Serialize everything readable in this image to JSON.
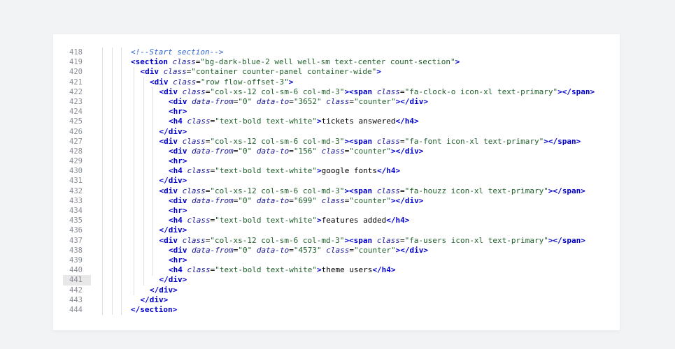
{
  "colors": {
    "background": "#f2f3f5",
    "panel": "#ffffff",
    "line_number": "#8a8f98",
    "comment": "#3366cc",
    "tag": "#0000cc",
    "attr": "#1a1a99",
    "string": "#1f5f2a",
    "active_line_bg": "#e8e8e8"
  },
  "editor": {
    "active_line": 441,
    "lines": [
      {
        "num": "418",
        "indent": 0,
        "tokens": [
          [
            "c",
            "<!--Start section-->"
          ]
        ]
      },
      {
        "num": "419",
        "indent": 0,
        "tokens": [
          [
            "t",
            "<section"
          ],
          [
            "s",
            " "
          ],
          [
            "a",
            "class"
          ],
          [
            "s",
            "="
          ],
          [
            "v",
            "\"bg-dark-blue-2 well well-sm text-center count-section\""
          ],
          [
            "t",
            ">"
          ]
        ]
      },
      {
        "num": "420",
        "indent": 1,
        "tokens": [
          [
            "t",
            "<div"
          ],
          [
            "s",
            " "
          ],
          [
            "a",
            "class"
          ],
          [
            "s",
            "="
          ],
          [
            "v",
            "\"container counter-panel container-wide\""
          ],
          [
            "t",
            ">"
          ]
        ]
      },
      {
        "num": "421",
        "indent": 2,
        "tokens": [
          [
            "t",
            "<div"
          ],
          [
            "s",
            " "
          ],
          [
            "a",
            "class"
          ],
          [
            "s",
            "="
          ],
          [
            "v",
            "\"row flow-offset-3\""
          ],
          [
            "t",
            ">"
          ]
        ]
      },
      {
        "num": "422",
        "indent": 3,
        "tokens": [
          [
            "t",
            "<div"
          ],
          [
            "s",
            " "
          ],
          [
            "a",
            "class"
          ],
          [
            "s",
            "="
          ],
          [
            "v",
            "\"col-xs-12 col-sm-6 col-md-3\""
          ],
          [
            "t",
            "><span"
          ],
          [
            "s",
            " "
          ],
          [
            "a",
            "class"
          ],
          [
            "s",
            "="
          ],
          [
            "v",
            "\"fa-clock-o icon-xl text-primary\""
          ],
          [
            "t",
            "></span>"
          ]
        ]
      },
      {
        "num": "423",
        "indent": 4,
        "tokens": [
          [
            "t",
            "<div"
          ],
          [
            "s",
            " "
          ],
          [
            "a",
            "data-from"
          ],
          [
            "s",
            "="
          ],
          [
            "v",
            "\"0\""
          ],
          [
            "s",
            " "
          ],
          [
            "a",
            "data-to"
          ],
          [
            "s",
            "="
          ],
          [
            "v",
            "\"3652\""
          ],
          [
            "s",
            " "
          ],
          [
            "a",
            "class"
          ],
          [
            "s",
            "="
          ],
          [
            "v",
            "\"counter\""
          ],
          [
            "t",
            "></div>"
          ]
        ]
      },
      {
        "num": "424",
        "indent": 4,
        "tokens": [
          [
            "t",
            "<hr>"
          ]
        ]
      },
      {
        "num": "425",
        "indent": 4,
        "tokens": [
          [
            "t",
            "<h4"
          ],
          [
            "s",
            " "
          ],
          [
            "a",
            "class"
          ],
          [
            "s",
            "="
          ],
          [
            "v",
            "\"text-bold text-white\""
          ],
          [
            "t",
            ">"
          ],
          [
            "x",
            "tickets answered"
          ],
          [
            "t",
            "</h4>"
          ]
        ]
      },
      {
        "num": "426",
        "indent": 3,
        "tokens": [
          [
            "t",
            "</div>"
          ]
        ]
      },
      {
        "num": "427",
        "indent": 3,
        "tokens": [
          [
            "t",
            "<div"
          ],
          [
            "s",
            " "
          ],
          [
            "a",
            "class"
          ],
          [
            "s",
            "="
          ],
          [
            "v",
            "\"col-xs-12 col-sm-6 col-md-3\""
          ],
          [
            "t",
            "><span"
          ],
          [
            "s",
            " "
          ],
          [
            "a",
            "class"
          ],
          [
            "s",
            "="
          ],
          [
            "v",
            "\"fa-font icon-xl text-primary\""
          ],
          [
            "t",
            "></span>"
          ]
        ]
      },
      {
        "num": "428",
        "indent": 4,
        "tokens": [
          [
            "t",
            "<div"
          ],
          [
            "s",
            " "
          ],
          [
            "a",
            "data-from"
          ],
          [
            "s",
            "="
          ],
          [
            "v",
            "\"0\""
          ],
          [
            "s",
            " "
          ],
          [
            "a",
            "data-to"
          ],
          [
            "s",
            "="
          ],
          [
            "v",
            "\"156\""
          ],
          [
            "s",
            " "
          ],
          [
            "a",
            "class"
          ],
          [
            "s",
            "="
          ],
          [
            "v",
            "\"counter\""
          ],
          [
            "t",
            "></div>"
          ]
        ]
      },
      {
        "num": "429",
        "indent": 4,
        "tokens": [
          [
            "t",
            "<hr>"
          ]
        ]
      },
      {
        "num": "430",
        "indent": 4,
        "tokens": [
          [
            "t",
            "<h4"
          ],
          [
            "s",
            " "
          ],
          [
            "a",
            "class"
          ],
          [
            "s",
            "="
          ],
          [
            "v",
            "\"text-bold text-white\""
          ],
          [
            "t",
            ">"
          ],
          [
            "x",
            "google fonts"
          ],
          [
            "t",
            "</h4>"
          ]
        ]
      },
      {
        "num": "431",
        "indent": 3,
        "tokens": [
          [
            "t",
            "</div>"
          ]
        ]
      },
      {
        "num": "432",
        "indent": 3,
        "tokens": [
          [
            "t",
            "<div"
          ],
          [
            "s",
            " "
          ],
          [
            "a",
            "class"
          ],
          [
            "s",
            "="
          ],
          [
            "v",
            "\"col-xs-12 col-sm-6 col-md-3\""
          ],
          [
            "t",
            "><span"
          ],
          [
            "s",
            " "
          ],
          [
            "a",
            "class"
          ],
          [
            "s",
            "="
          ],
          [
            "v",
            "\"fa-houzz icon-xl text-primary\""
          ],
          [
            "t",
            "></span>"
          ]
        ]
      },
      {
        "num": "433",
        "indent": 4,
        "tokens": [
          [
            "t",
            "<div"
          ],
          [
            "s",
            " "
          ],
          [
            "a",
            "data-from"
          ],
          [
            "s",
            "="
          ],
          [
            "v",
            "\"0\""
          ],
          [
            "s",
            " "
          ],
          [
            "a",
            "data-to"
          ],
          [
            "s",
            "="
          ],
          [
            "v",
            "\"699\""
          ],
          [
            "s",
            " "
          ],
          [
            "a",
            "class"
          ],
          [
            "s",
            "="
          ],
          [
            "v",
            "\"counter\""
          ],
          [
            "t",
            "></div>"
          ]
        ]
      },
      {
        "num": "434",
        "indent": 4,
        "tokens": [
          [
            "t",
            "<hr>"
          ]
        ]
      },
      {
        "num": "435",
        "indent": 4,
        "tokens": [
          [
            "t",
            "<h4"
          ],
          [
            "s",
            " "
          ],
          [
            "a",
            "class"
          ],
          [
            "s",
            "="
          ],
          [
            "v",
            "\"text-bold text-white\""
          ],
          [
            "t",
            ">"
          ],
          [
            "x",
            "features added"
          ],
          [
            "t",
            "</h4>"
          ]
        ]
      },
      {
        "num": "436",
        "indent": 3,
        "tokens": [
          [
            "t",
            "</div>"
          ]
        ]
      },
      {
        "num": "437",
        "indent": 3,
        "tokens": [
          [
            "t",
            "<div"
          ],
          [
            "s",
            " "
          ],
          [
            "a",
            "class"
          ],
          [
            "s",
            "="
          ],
          [
            "v",
            "\"col-xs-12 col-sm-6 col-md-3\""
          ],
          [
            "t",
            "><span"
          ],
          [
            "s",
            " "
          ],
          [
            "a",
            "class"
          ],
          [
            "s",
            "="
          ],
          [
            "v",
            "\"fa-users icon-xl text-primary\""
          ],
          [
            "t",
            "></span>"
          ]
        ]
      },
      {
        "num": "438",
        "indent": 4,
        "tokens": [
          [
            "t",
            "<div"
          ],
          [
            "s",
            " "
          ],
          [
            "a",
            "data-from"
          ],
          [
            "s",
            "="
          ],
          [
            "v",
            "\"0\""
          ],
          [
            "s",
            " "
          ],
          [
            "a",
            "data-to"
          ],
          [
            "s",
            "="
          ],
          [
            "v",
            "\"4573\""
          ],
          [
            "s",
            " "
          ],
          [
            "a",
            "class"
          ],
          [
            "s",
            "="
          ],
          [
            "v",
            "\"counter\""
          ],
          [
            "t",
            "></div>"
          ]
        ]
      },
      {
        "num": "439",
        "indent": 4,
        "tokens": [
          [
            "t",
            "<hr>"
          ]
        ]
      },
      {
        "num": "440",
        "indent": 4,
        "tokens": [
          [
            "t",
            "<h4"
          ],
          [
            "s",
            " "
          ],
          [
            "a",
            "class"
          ],
          [
            "s",
            "="
          ],
          [
            "v",
            "\"text-bold text-white\""
          ],
          [
            "t",
            ">"
          ],
          [
            "x",
            "theme users"
          ],
          [
            "t",
            "</h4>"
          ]
        ]
      },
      {
        "num": "441",
        "indent": 3,
        "tokens": [
          [
            "t",
            "</div>"
          ]
        ]
      },
      {
        "num": "442",
        "indent": 2,
        "tokens": [
          [
            "t",
            "</div>"
          ]
        ]
      },
      {
        "num": "443",
        "indent": 1,
        "tokens": [
          [
            "t",
            "</div>"
          ]
        ]
      },
      {
        "num": "444",
        "indent": 0,
        "tokens": [
          [
            "t",
            "</section>"
          ]
        ]
      }
    ]
  }
}
